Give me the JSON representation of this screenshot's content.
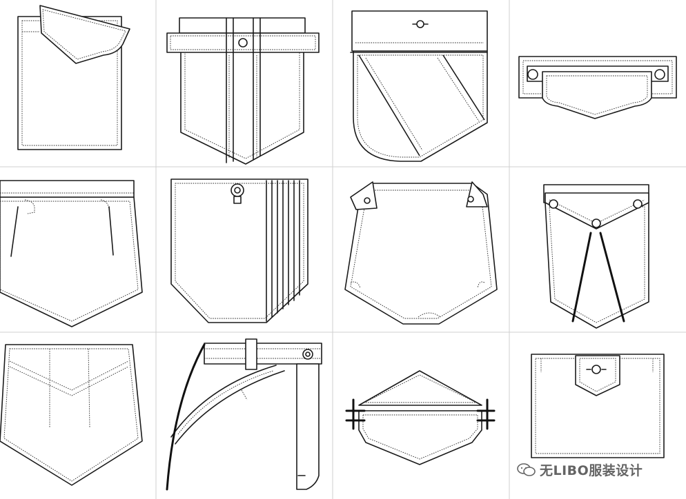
{
  "watermark": {
    "text": "无LIBO服装设计",
    "icon": "wechat-logo-icon"
  },
  "sheet": {
    "columns": 4,
    "rows": 3,
    "cells": [
      {
        "name": "pocket-slanted-flap"
      },
      {
        "name": "pocket-belt-strip"
      },
      {
        "name": "pocket-diagonal-panel"
      },
      {
        "name": "pocket-welt-flap"
      },
      {
        "name": "pocket-band-darts"
      },
      {
        "name": "pocket-pleated-side"
      },
      {
        "name": "pocket-collar-tabs"
      },
      {
        "name": "pocket-split-flap"
      },
      {
        "name": "pocket-yoke-stitch"
      },
      {
        "name": "pocket-waistband-curve"
      },
      {
        "name": "pocket-hexagon-tabs"
      },
      {
        "name": "pocket-button-tab"
      }
    ]
  }
}
